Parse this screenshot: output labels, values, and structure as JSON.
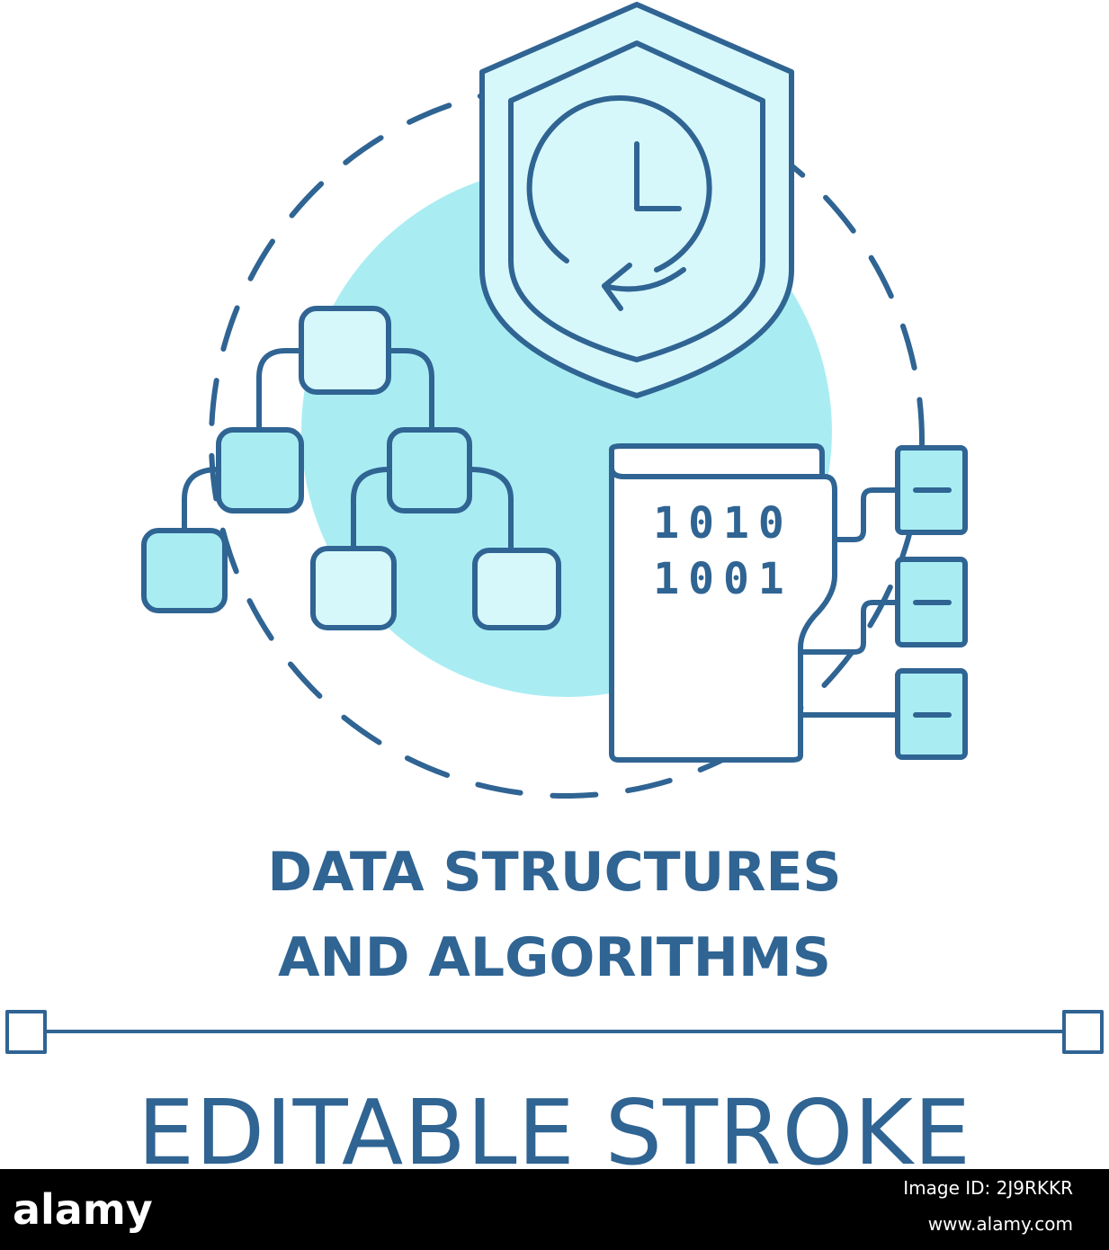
{
  "icon": {
    "title_line_1": "DATA STRUCTURES",
    "title_line_2": "AND ALGORITHMS",
    "binary_row_1": "1010",
    "binary_row_2": "1001",
    "editable_label": "EDITABLE STROKE"
  },
  "footer": {
    "logo": "alamy",
    "image_id": "Image ID: 2J9RKKR",
    "url": "www.alamy.com"
  },
  "colors": {
    "stroke": "#2f6493",
    "fill_light": "#d7f8fb",
    "fill_circle": "#a9edf3",
    "footer_bg": "#000000",
    "footer_text": "#ffffff"
  },
  "icons": [
    "shield-icon",
    "clock-icon",
    "refresh-arrow-icon",
    "tree-diagram-icon",
    "binary-document-icon",
    "list-item-icon"
  ]
}
